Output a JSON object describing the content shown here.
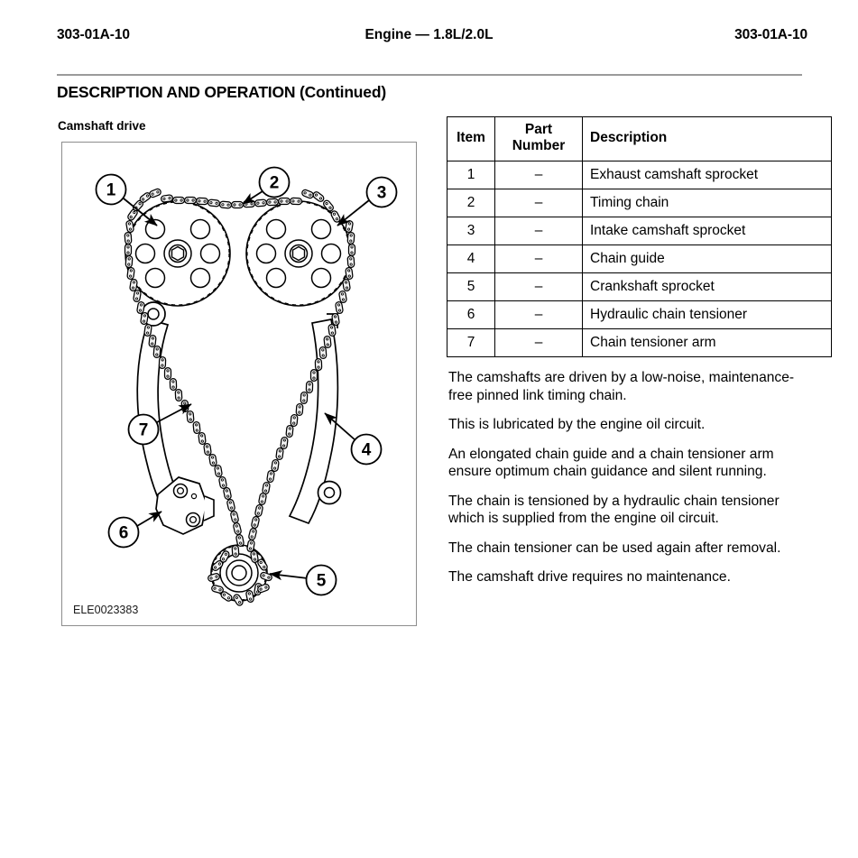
{
  "header": {
    "left_code": "303-01A-10",
    "center_title": "Engine — 1.8L/2.0L",
    "right_code": "303-01A-10"
  },
  "section": {
    "title": "DESCRIPTION AND OPERATION (Continued)"
  },
  "figure": {
    "caption": "Camshaft drive",
    "figure_id": "ELE0023383",
    "callouts": [
      {
        "number": "1",
        "label": "Exhaust camshaft sprocket"
      },
      {
        "number": "2",
        "label": "Timing chain"
      },
      {
        "number": "3",
        "label": "Intake camshaft sprocket"
      },
      {
        "number": "4",
        "label": "Chain guide"
      },
      {
        "number": "5",
        "label": "Crankshaft sprocket"
      },
      {
        "number": "6",
        "label": "Hydraulic chain tensioner"
      },
      {
        "number": "7",
        "label": "Chain tensioner arm"
      }
    ]
  },
  "table": {
    "headers": {
      "item": "Item",
      "part_number_line1": "Part",
      "part_number_line2": "Number",
      "description": "Description"
    },
    "rows": [
      {
        "item": "1",
        "part": "–",
        "description": "Exhaust camshaft sprocket"
      },
      {
        "item": "2",
        "part": "–",
        "description": "Timing chain"
      },
      {
        "item": "3",
        "part": "–",
        "description": "Intake camshaft sprocket"
      },
      {
        "item": "4",
        "part": "–",
        "description": "Chain guide"
      },
      {
        "item": "5",
        "part": "–",
        "description": "Crankshaft sprocket"
      },
      {
        "item": "6",
        "part": "–",
        "description": "Hydraulic chain tensioner"
      },
      {
        "item": "7",
        "part": "–",
        "description": "Chain tensioner arm"
      }
    ]
  },
  "body": {
    "paragraphs": [
      "The camshafts are driven by a low-noise, maintenance-free pinned link timing chain.",
      "This is lubricated by the engine oil circuit.",
      "An elongated chain guide and a chain tensioner arm ensure optimum chain guidance and silent running.",
      "The chain is tensioned by a hydraulic chain tensioner which is supplied from the engine oil circuit.",
      "The chain tensioner can be used again after removal.",
      "The camshaft drive requires no maintenance."
    ]
  },
  "colors": {
    "text": "#000000",
    "rule": "#9a9a9a",
    "figure_border": "#8d8d8d"
  }
}
